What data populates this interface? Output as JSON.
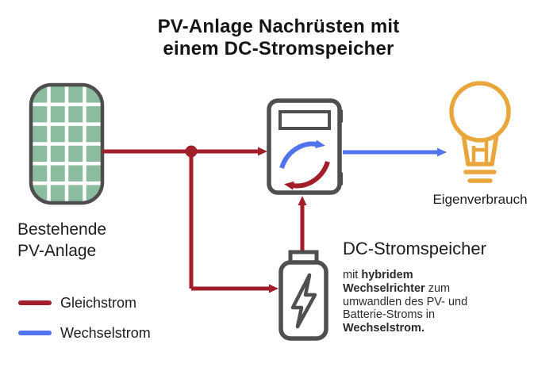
{
  "title": {
    "line1": "PV-Anlage Nachrüsten mit",
    "line2": "einem DC-Stromspeicher"
  },
  "pv_panel": {
    "label_line1": "Bestehende",
    "label_line2": "PV-Anlage"
  },
  "consumption": {
    "label": "Eigenverbrauch"
  },
  "storage": {
    "title": "DC-Stromspeicher",
    "description_lines": [
      [
        {
          "t": "mit ",
          "b": 0
        },
        {
          "t": "hybridem",
          "b": 1
        }
      ],
      [
        {
          "t": "Wechselrichter",
          "b": 1
        },
        {
          "t": " zum",
          "b": 0
        }
      ],
      [
        {
          "t": "umwandlen des PV- und",
          "b": 0
        }
      ],
      [
        {
          "t": "Batterie-Stroms in",
          "b": 0
        }
      ],
      [
        {
          "t": "Wechselstrom.",
          "b": 1
        }
      ]
    ]
  },
  "legend": {
    "items": [
      {
        "label": "Gleichstrom",
        "color": "#A11E2A"
      },
      {
        "label": "Wechselstrom",
        "color": "#5274EB"
      }
    ]
  },
  "colors": {
    "dc_line": "#A11E2A",
    "ac_line": "#5274EB",
    "icon_stroke": "#4F4F4F",
    "panel_green": "#8BBC9F",
    "bulb_orange": "#E9A63C",
    "text": "#1C1C1C",
    "background": "#FFFFFF"
  }
}
